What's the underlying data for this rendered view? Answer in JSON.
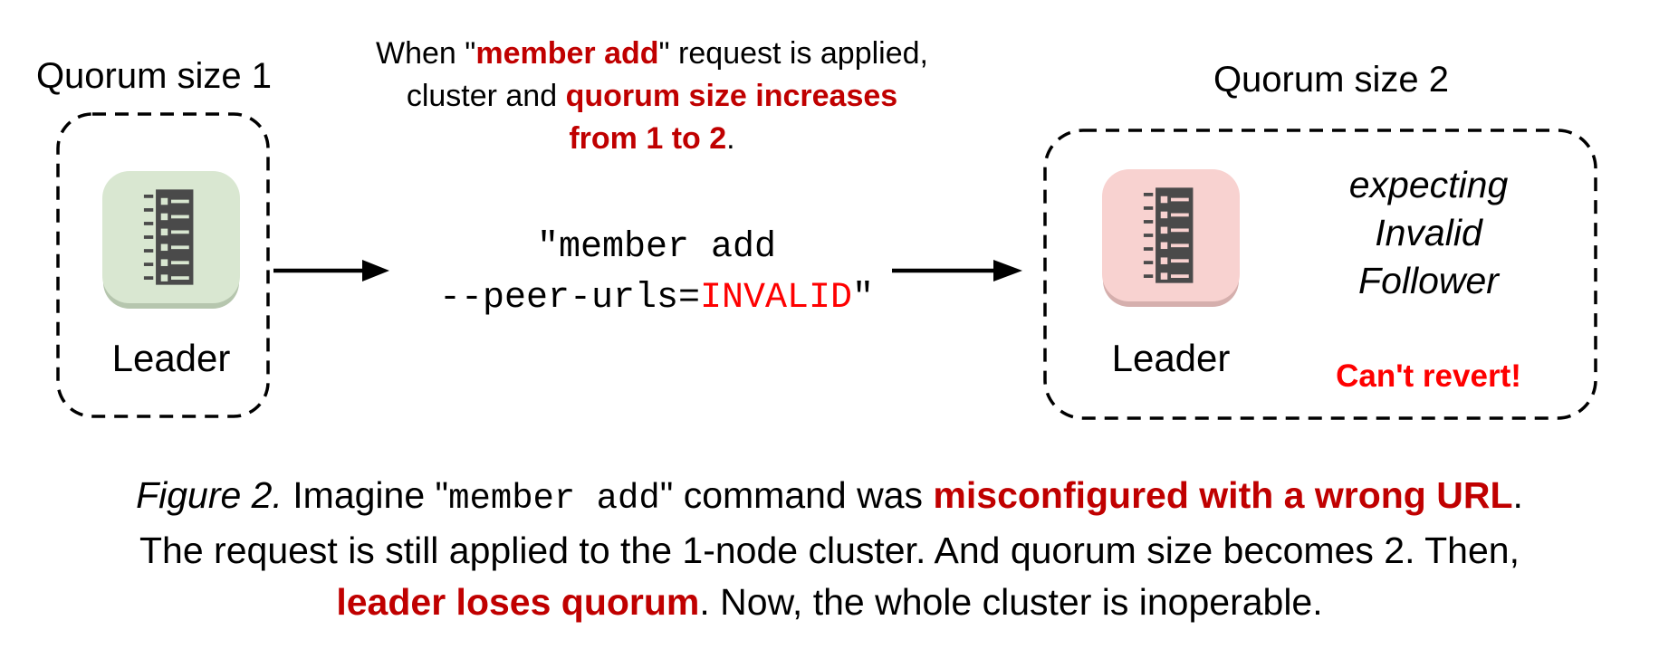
{
  "palette": {
    "red_dark": "#c00000",
    "red_bright": "#fe0000",
    "green_fill": "#d9e7d1",
    "green_shadow": "#b6c6ae",
    "pink_fill": "#f8d2d0",
    "pink_shadow": "#d5afad",
    "icon_dark": "#4a4a4a"
  },
  "left_group": {
    "title": "Quorum size 1",
    "node_label": "Leader"
  },
  "right_group": {
    "title": "Quorum size 2",
    "node_label": "Leader",
    "expecting_lines": {
      "l1": "expecting",
      "l2": "Invalid",
      "l3": "Follower"
    },
    "warning": "Can't revert!"
  },
  "annotation": {
    "line1": {
      "a": "When \"",
      "b": "member add",
      "c": "\" request is applied,"
    },
    "line2": {
      "a": "cluster and ",
      "b": "quorum size increases"
    },
    "line3": {
      "a": "from 1 to 2",
      "b": "."
    }
  },
  "command": {
    "line1": "\"member add",
    "line2_flag": "--peer-urls=",
    "line2_value": "INVALID",
    "line2_close": "\""
  },
  "caption": {
    "line1": {
      "figure": "Figure 2.",
      "a": " Imagine \"",
      "code": "member add",
      "b": "\" command was ",
      "red": "misconfigured with a wrong URL",
      "c": "."
    },
    "line2": {
      "a": "The request is still applied to the 1-node cluster. And quorum size becomes 2. Then,"
    },
    "line3": {
      "red": "leader loses quorum",
      "a": ". Now, the whole cluster is inoperable."
    }
  }
}
